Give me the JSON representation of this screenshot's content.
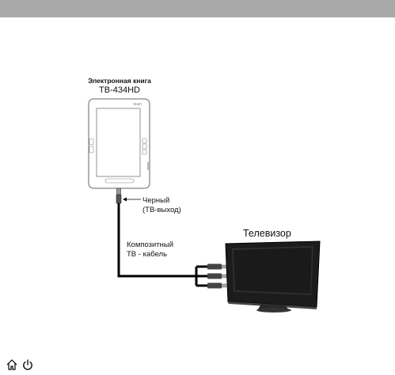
{
  "ebook": {
    "caption": "Электронная книга",
    "model": "ТВ-434HD"
  },
  "tv": {
    "caption": "Телевизор"
  },
  "labels": {
    "black_line1": "Черный",
    "black_line2": "(ТВ-выход)",
    "cable_line1": "Композитный",
    "cable_line2": "ТВ - кабель"
  },
  "footer": {
    "icons": [
      "home-icon",
      "power-icon"
    ]
  },
  "colors": {
    "header_bar": "#a9a9a9",
    "tv_body": "#222222",
    "cable": "#000000"
  }
}
